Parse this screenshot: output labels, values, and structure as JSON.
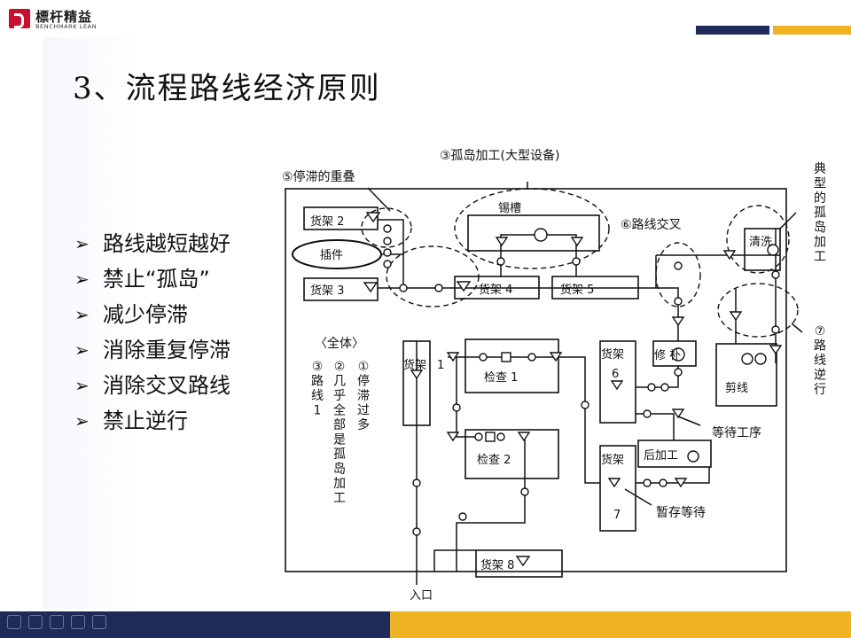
{
  "logo": {
    "text_cn": "標杆精益",
    "text_en": "BENCHMARK LEAN",
    "accent_color": "#c8102e"
  },
  "title": "3、流程路线经济原则",
  "bullets": [
    "路线越短越好",
    "禁止“孤岛”",
    "减少停滞",
    "消除重复停滞",
    "消除交叉路线",
    "禁止逆行"
  ],
  "diagram": {
    "annotations": {
      "overlap": "⑤停滞的重叠",
      "island_top": "③孤岛加工(大型设备)",
      "crossing": "⑥路线交叉",
      "typical_island": "典型的孤岛加工",
      "reverse": "⑦路线逆行",
      "waiting_process": "等待工序",
      "temp_wait": "暂存等待",
      "entrance": "入口"
    },
    "overall": {
      "heading": "〈全体〉",
      "note1": "①停滞过多",
      "note2": "②几乎全部是孤岛加工",
      "note3": "③路线1"
    },
    "stations": {
      "shelf2": "货架 2",
      "plugin": "插件",
      "shelf3": "货架 3",
      "tin_bath": "锡槽",
      "shelf4": "货架 4",
      "shelf5": "货架 5",
      "wash": "清洗",
      "repair": "修 补",
      "cut": "剪线",
      "shelf1_label": "货架",
      "shelf1_num": "1",
      "check1": "检查 1",
      "check2": "检查 2",
      "shelf6_label": "货架",
      "shelf6_num": "6",
      "post": "后加工",
      "shelf7_label": "货架",
      "shelf7_num": "7",
      "shelf8": "货架 8"
    }
  },
  "colors": {
    "navy": "#1f2a5a",
    "gold": "#f0b323",
    "ink": "#111111"
  }
}
